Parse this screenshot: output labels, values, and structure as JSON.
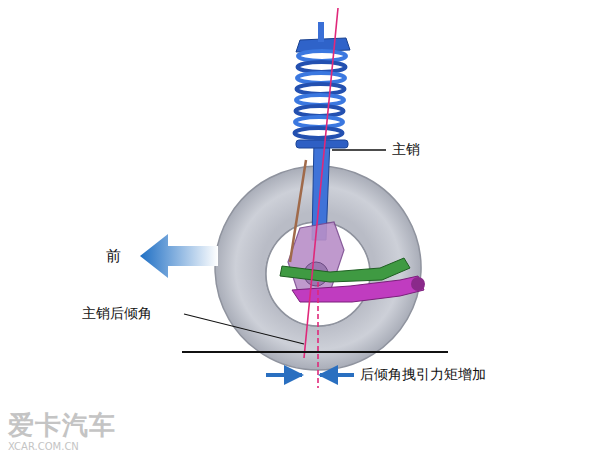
{
  "diagram": {
    "labels": [
      "主销",
      "前",
      "主销后倾角",
      "后倾角拽引力矩增加",
      "爱卡汽车",
      "XCAR.COM.CN"
    ]
  }
}
